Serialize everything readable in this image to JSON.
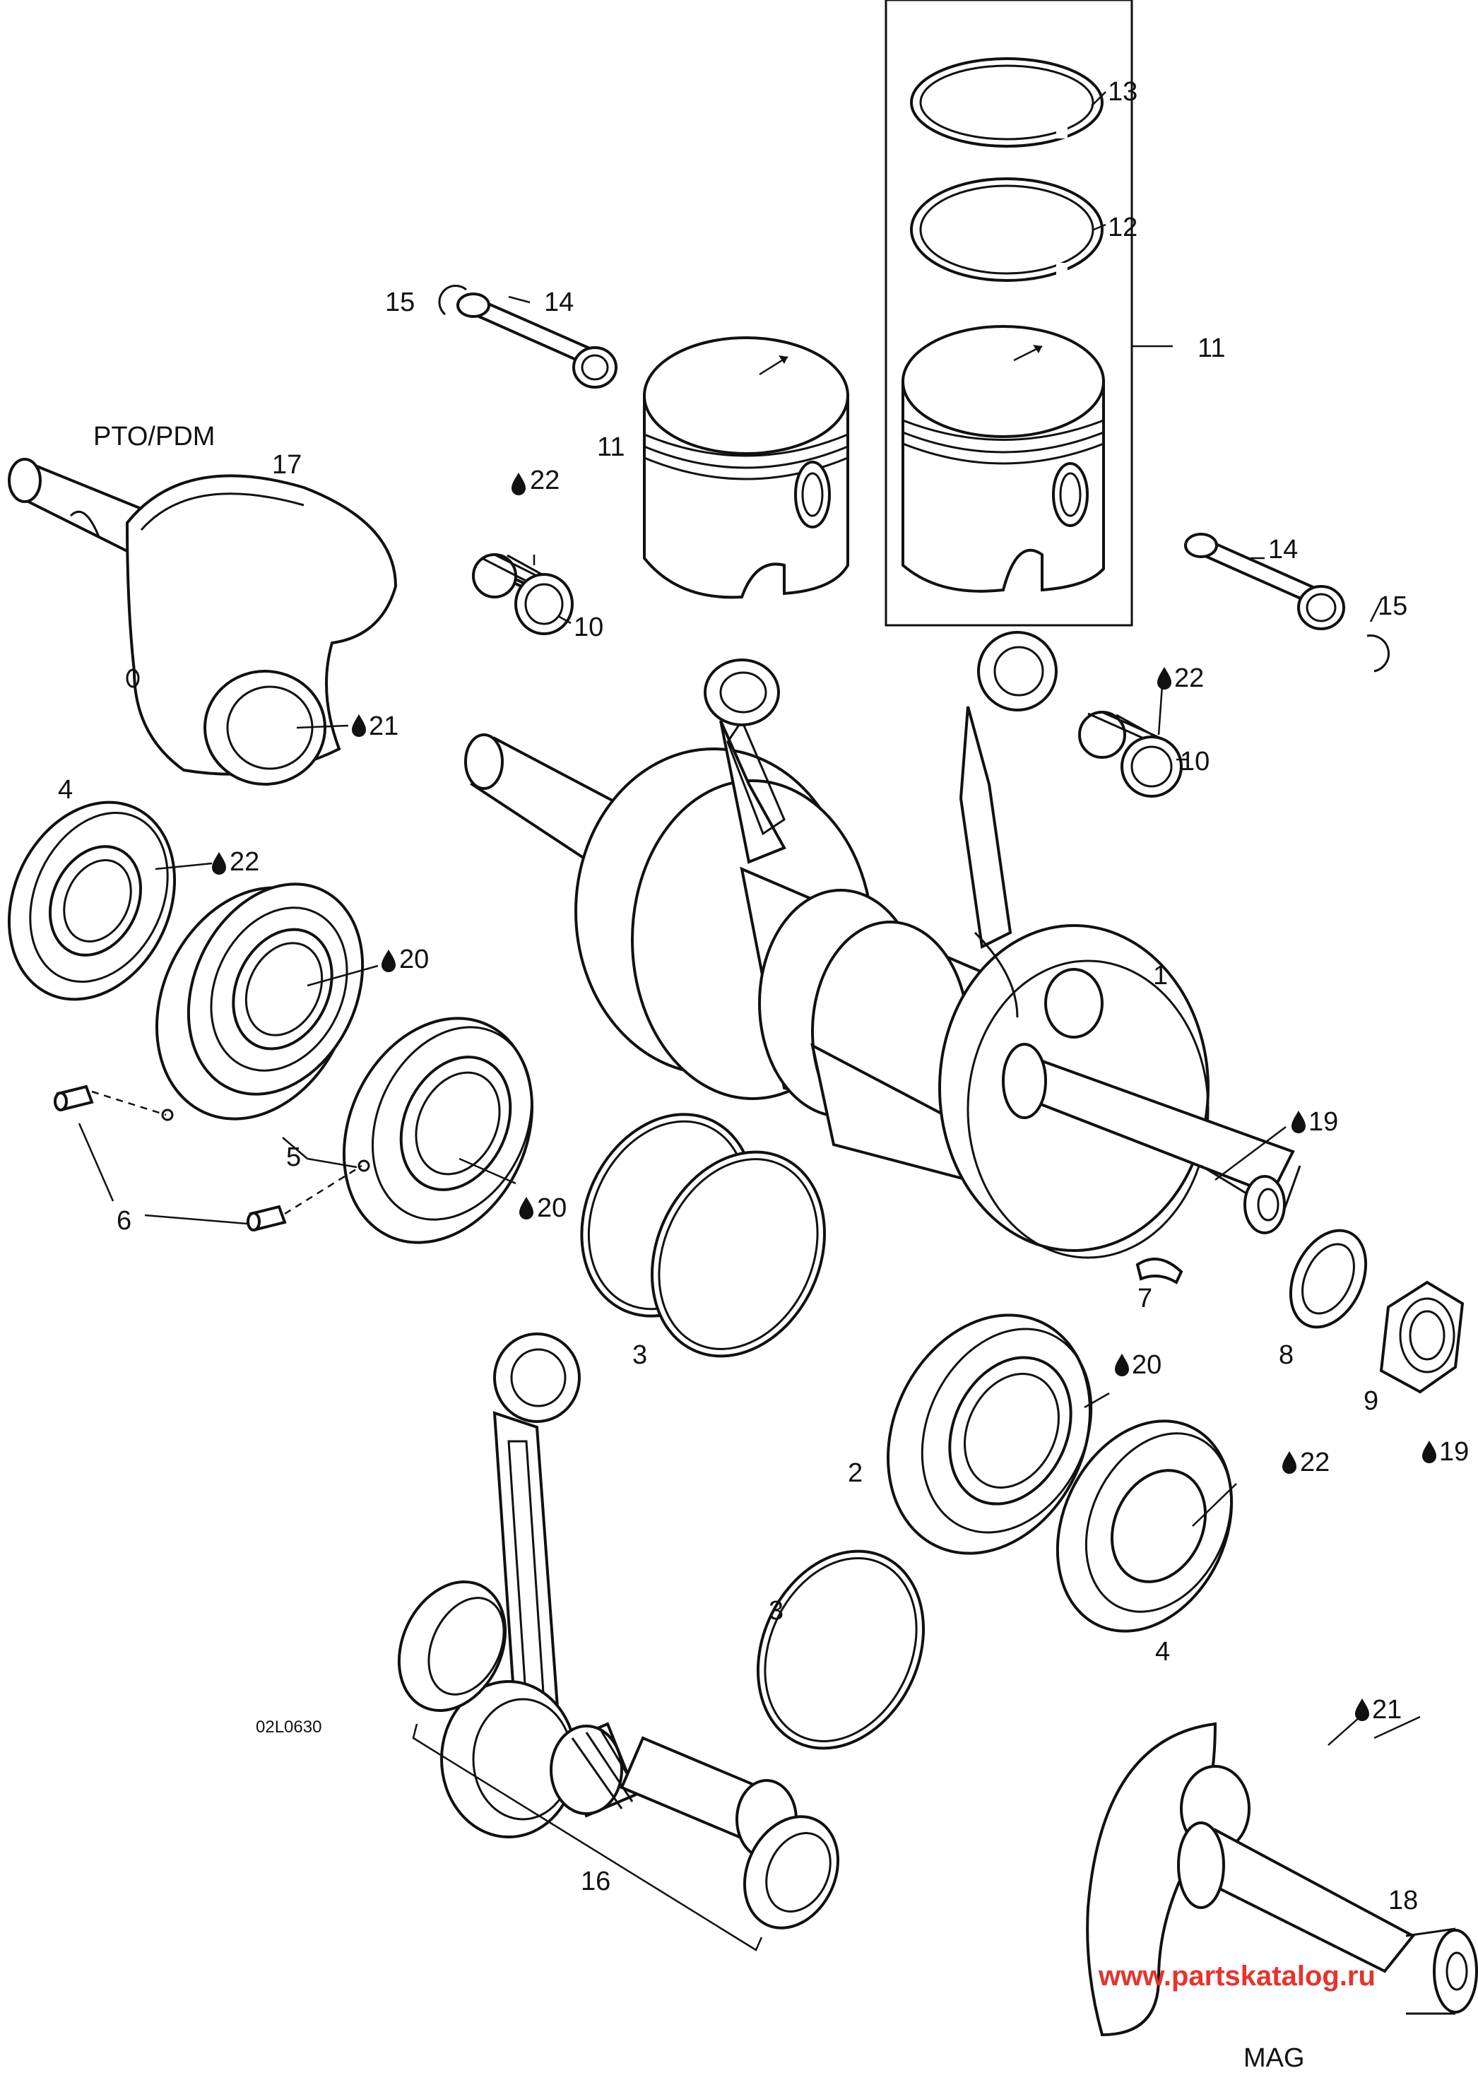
{
  "headers": {
    "pto": "PTO/PDM",
    "mag": "MAG"
  },
  "figure_code": "02L0630",
  "watermark": "www.partskatalog.ru",
  "callouts": {
    "c1": "1",
    "c2": "2",
    "c3a": "3",
    "c3b": "3",
    "c4a": "4",
    "c4b": "4",
    "c5": "5",
    "c6": "6",
    "c7": "7",
    "c8": "8",
    "c9": "9",
    "c10a": "10",
    "c10b": "10",
    "c11a": "11",
    "c11b": "11",
    "c12": "12",
    "c13": "13",
    "c14a": "14",
    "c14b": "14",
    "c15a": "15",
    "c15b": "15",
    "c16": "16",
    "c17": "17",
    "c18": "18"
  },
  "lubricant_callouts": {
    "l19a": "19",
    "l19b": "19",
    "l20a": "20",
    "l20b": "20",
    "l20c": "20",
    "l21a": "21",
    "l21b": "21",
    "l22a": "22",
    "l22b": "22",
    "l22c": "22",
    "l22d": "22"
  },
  "colors": {
    "line": "#111111",
    "watermark": "#e5342c",
    "background": "#ffffff"
  },
  "icons": [
    "lubricant-drop-icon"
  ]
}
